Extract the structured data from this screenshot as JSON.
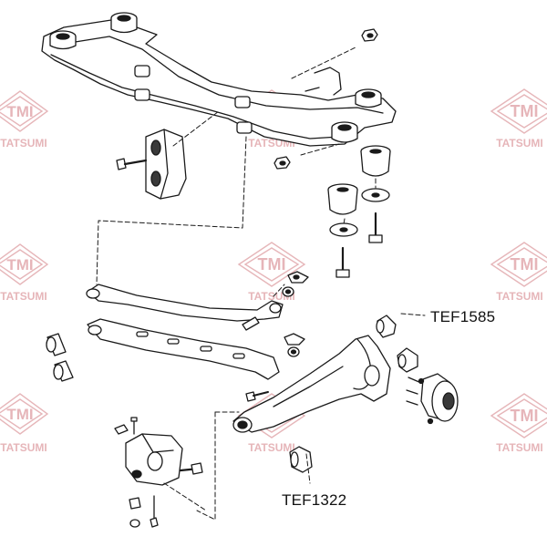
{
  "watermark": {
    "logo_text": "TMI",
    "brand_text": "TATSUMI",
    "color": "#e2a9ad"
  },
  "parts": {
    "tef1585": "TEF1585",
    "tef1322": "TEF1322"
  },
  "colors": {
    "line": "#1a1a1a",
    "fill": "#ffffff",
    "fill_dark": "#3a3a3a"
  }
}
